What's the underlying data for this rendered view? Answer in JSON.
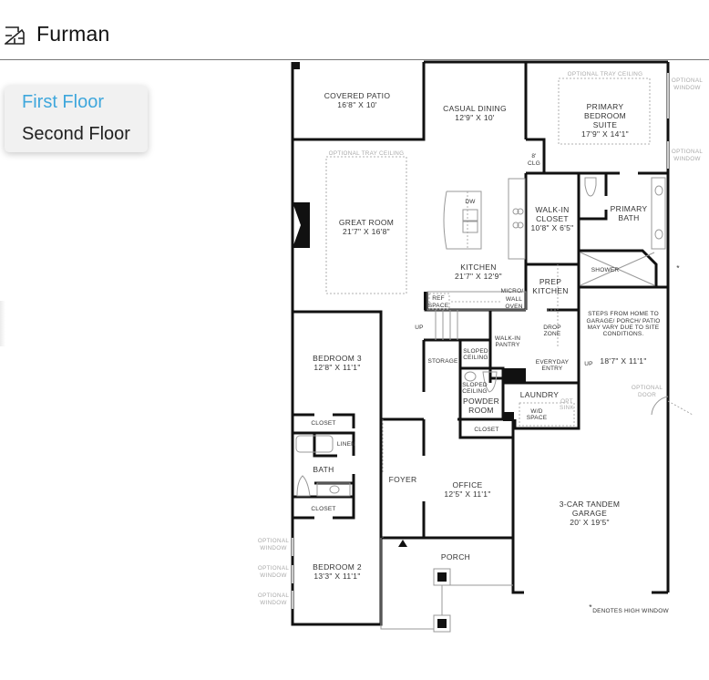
{
  "header": {
    "title": "Furman",
    "icon": "floorplan-icon"
  },
  "floor_menu": {
    "items": [
      {
        "label": "First Floor",
        "active": true
      },
      {
        "label": "Second Floor",
        "active": false
      }
    ],
    "active_color": "#3fa7dc"
  },
  "floorplan": {
    "rooms": {
      "covered_patio": {
        "name": "COVERED PATIO",
        "size": "16'8\" X 10'"
      },
      "casual_dining": {
        "name": "CASUAL DINING",
        "size": "12'9\" X 10'"
      },
      "primary_bedroom": {
        "name1": "PRIMARY",
        "name2": "BEDROOM",
        "name3": "SUITE",
        "size": "17'9\" X 14'1\""
      },
      "great_room": {
        "name": "GREAT ROOM",
        "size": "21'7\" X 16'8\""
      },
      "kitchen": {
        "name": "KITCHEN",
        "size": "21'7\" X 12'9\""
      },
      "walkin_closet": {
        "name1": "WALK-IN",
        "name2": "CLOSET",
        "size": "10'8\" X 6'5\""
      },
      "primary_bath": {
        "name1": "PRIMARY",
        "name2": "BATH"
      },
      "shower": {
        "name": "SHOWER"
      },
      "prep_kitchen": {
        "name1": "PREP",
        "name2": "KITCHEN"
      },
      "walkin_pantry": {
        "name1": "WALK-IN",
        "name2": "PANTRY"
      },
      "drop_zone": {
        "name1": "DROP",
        "name2": "ZONE"
      },
      "everyday_entry": {
        "name1": "EVERYDAY",
        "name2": "ENTRY"
      },
      "storage": {
        "name": "STORAGE"
      },
      "powder_room": {
        "name1": "POWDER",
        "name2": "ROOM"
      },
      "laundry": {
        "name": "LAUNDRY"
      },
      "bedroom3": {
        "name": "BEDROOM 3",
        "size": "12'8\" X 11'1\""
      },
      "bath": {
        "name": "BATH"
      },
      "linen": {
        "name": "LINEN"
      },
      "closet_b3": {
        "name": "CLOSET"
      },
      "closet_b2": {
        "name": "CLOSET"
      },
      "closet_office": {
        "name": "CLOSET"
      },
      "foyer": {
        "name": "FOYER"
      },
      "office": {
        "name": "OFFICE",
        "size": "12'5\" X 11'1\""
      },
      "bedroom2": {
        "name": "BEDROOM 2",
        "size": "13'3\" X 11'1\""
      },
      "porch": {
        "name": "PORCH"
      },
      "garage": {
        "name1": "3-CAR TANDEM",
        "name2": "GARAGE",
        "size": "20' X 19'5\""
      },
      "mudroom_area": {
        "size": "18'7\" X 11'1\""
      }
    },
    "notes": {
      "optional_tray_ceiling": "OPTIONAL TRAY CEILING",
      "optional_window1": "OPTIONAL",
      "optional_window2": "WINDOW",
      "optional_door1": "OPTIONAL",
      "optional_door2": "DOOR",
      "clg_8": "8'",
      "clg": "CLG",
      "dw": "DW",
      "ref1": "REF",
      "ref2": "SPACE",
      "micro": "MICRO/",
      "wall": "WALL",
      "oven": "OVEN",
      "up": "UP",
      "sloped": "SLOPED",
      "ceiling": "CEILING",
      "wd1": "W/D",
      "wd2": "SPACE",
      "opt": "OPT",
      "sink": "SINK",
      "steps1": "STEPS FROM HOME TO",
      "steps2": "GARAGE/ PORCH/ PATIO",
      "steps3": "MAY VARY DUE TO SITE",
      "steps4": "CONDITIONS.",
      "asterisk": "*",
      "high_window": "DENOTES HIGH WINDOW"
    }
  }
}
